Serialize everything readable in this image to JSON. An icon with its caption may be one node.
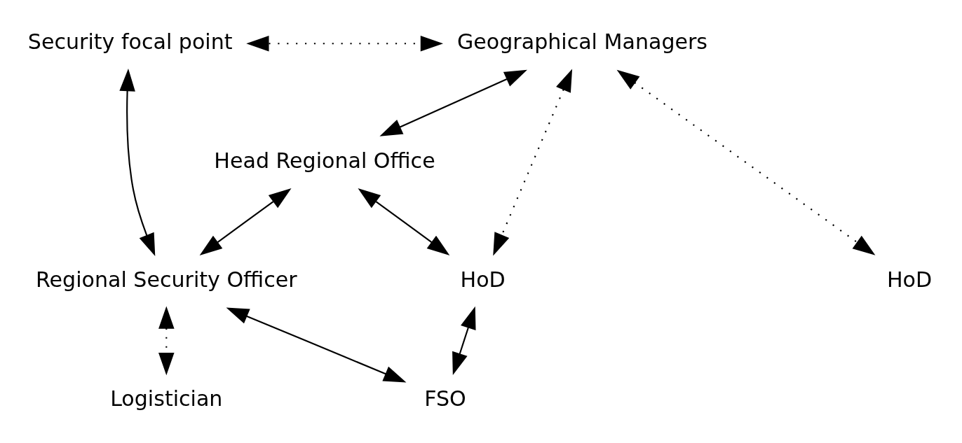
{
  "diagram": {
    "nodes": [
      {
        "text": [
          "Security focal point"
        ]
      },
      {
        "text": [
          "Geographical Managers"
        ]
      },
      {
        "text": [
          "Head Regional Office"
        ]
      },
      {
        "text": [
          "Regional Security Officer"
        ]
      },
      {
        "text": [
          "HoD"
        ]
      },
      {
        "text": [
          "HoD"
        ]
      },
      {
        "text": [
          "Logistician"
        ]
      },
      {
        "text": [
          "FSO"
        ]
      }
    ],
    "edges": [
      {
        "from": 3,
        "to": 0,
        "arrow": "both"
      },
      {
        "from": 0,
        "to": 1,
        "arrow": "both",
        "style": "dashed"
      },
      {
        "from": 1,
        "to": 2,
        "arrow": "both"
      },
      {
        "from": 1,
        "to": 4,
        "arrow": "both",
        "style": "dashed"
      },
      {
        "from": 1,
        "to": 5,
        "arrow": "both",
        "style": "dashed"
      },
      {
        "from": 2,
        "to": 3,
        "arrow": "both"
      },
      {
        "from": 2,
        "to": 5,
        "arrow": "both"
      },
      {
        "from": 3,
        "to": 6,
        "arrow": "both",
        "style": "dashed"
      },
      {
        "from": 3,
        "to": 7,
        "arrow": "both"
      },
      {
        "from": 5,
        "to": 7,
        "arrow": "both"
      }
    ]
  }
}
